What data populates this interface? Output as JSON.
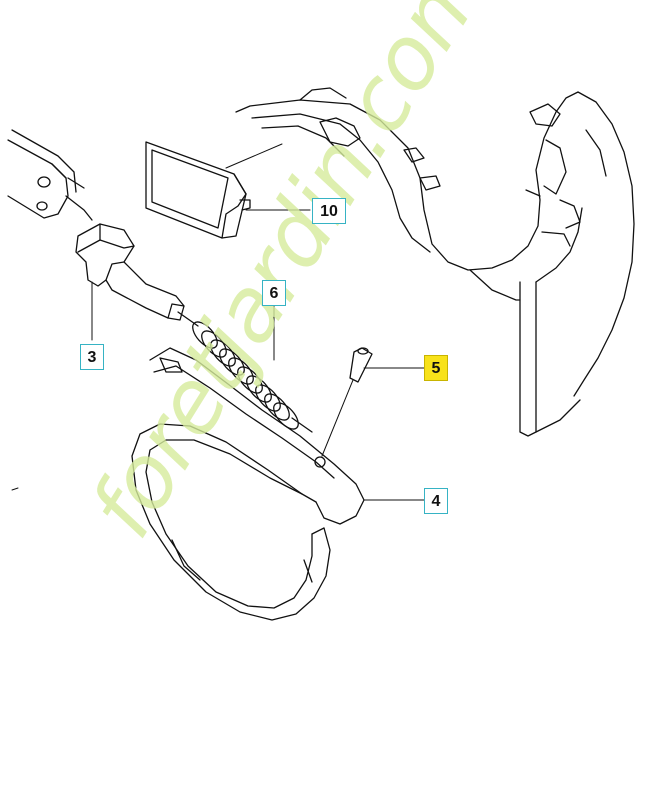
{
  "callouts": {
    "c10": "10",
    "c3": "3",
    "c6": "6",
    "c5": "5",
    "c4": "4"
  },
  "highlight_color": "#f8e21a",
  "callout_border_color": "#36b3c4",
  "watermark": {
    "text": "foretjardin.com",
    "color": "#d6ec9c"
  }
}
